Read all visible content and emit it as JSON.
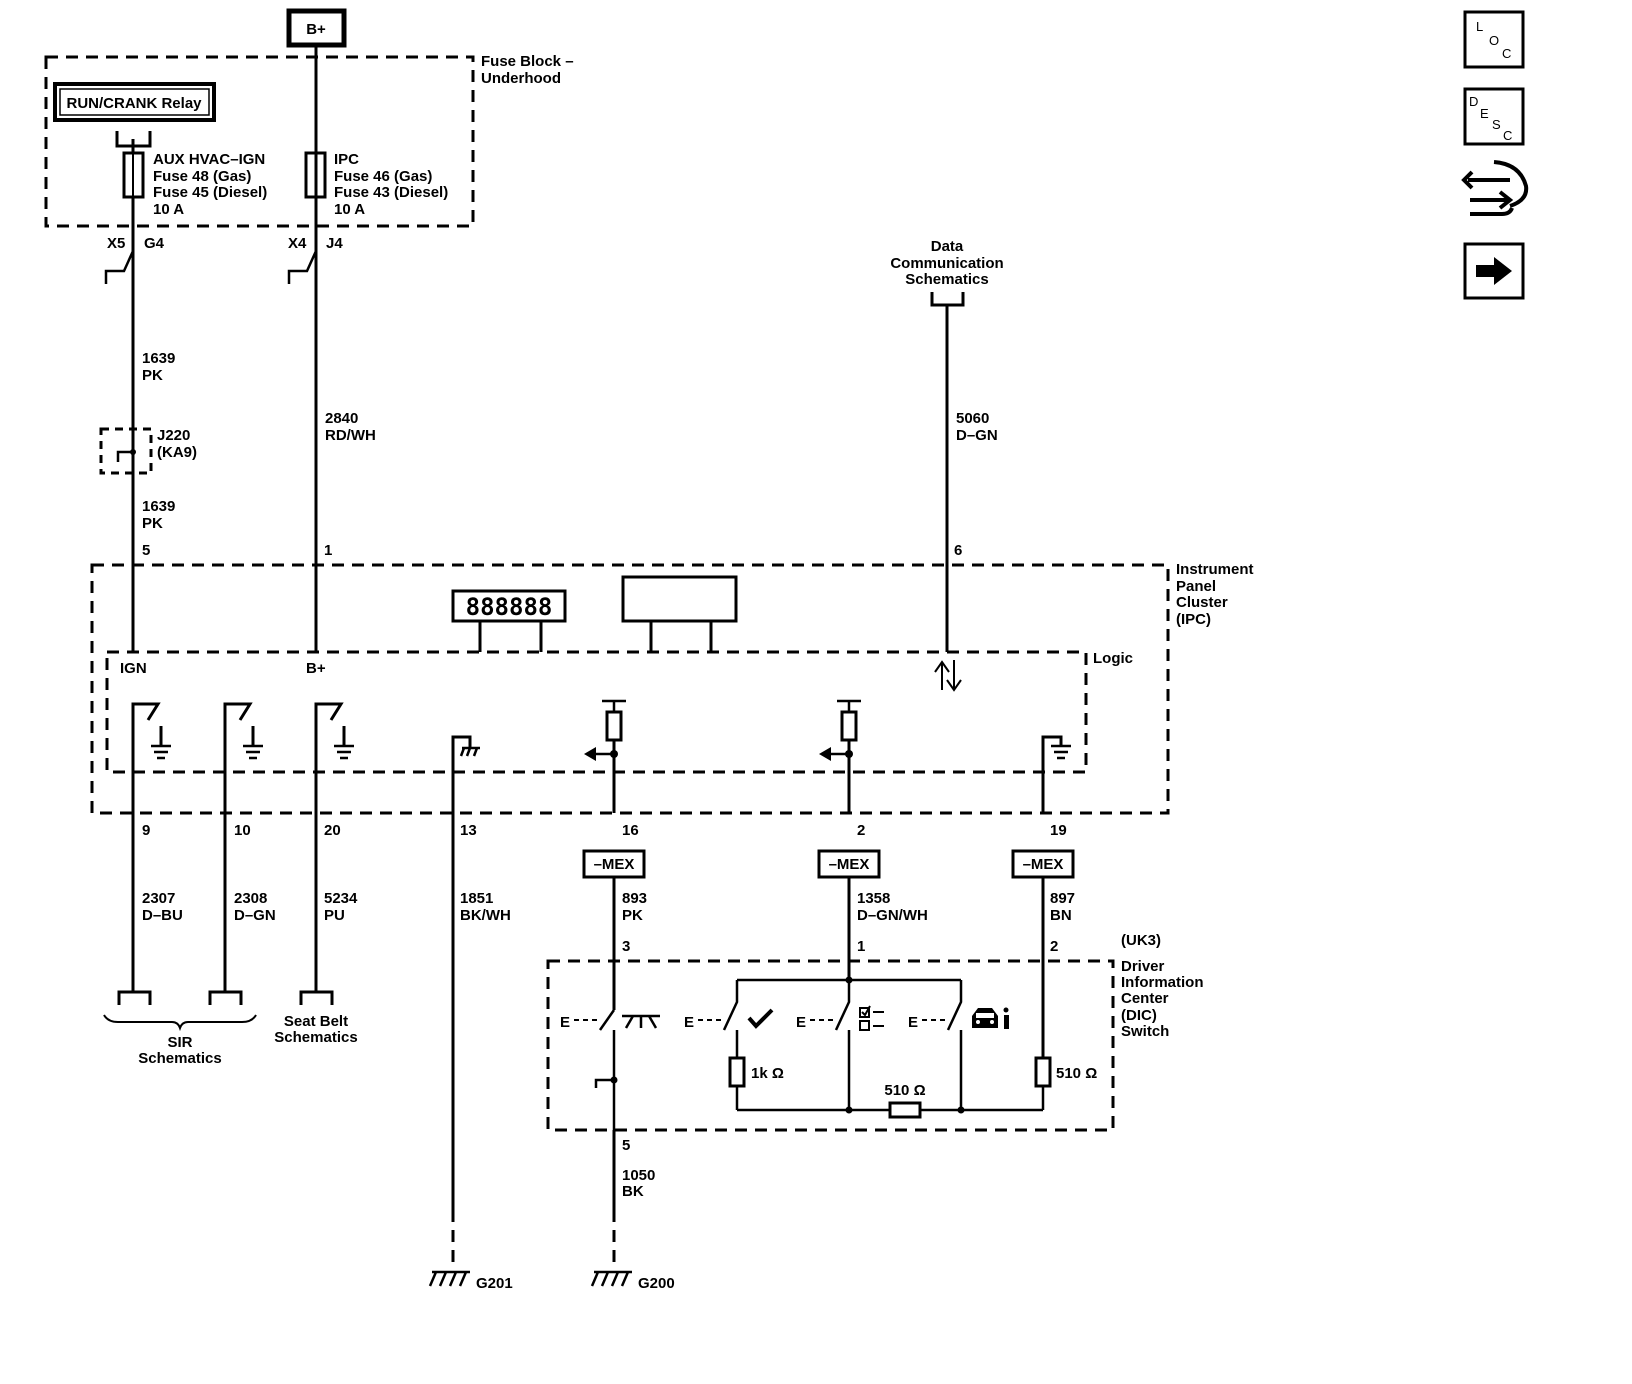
{
  "power": {
    "bplus_label": "B+"
  },
  "fuse_block": {
    "title_1": "Fuse Block –",
    "title_2": "Underhood",
    "relay": "RUN/CRANK Relay"
  },
  "fuse_aux": {
    "l1": "AUX HVAC–IGN",
    "l2": "Fuse 48 (Gas)",
    "l3": "Fuse 45 (Diesel)",
    "l4": "10 A"
  },
  "fuse_ipc": {
    "l1": "IPC",
    "l2": "Fuse 46 (Gas)",
    "l3": "Fuse 43 (Diesel)",
    "l4": "10 A"
  },
  "connectors": {
    "x5": "X5",
    "g4": "G4",
    "x4": "X4",
    "j4": "J4"
  },
  "splice": {
    "name": "J220",
    "option": "(KA9)"
  },
  "wires": {
    "w1639a_num": "1639",
    "w1639a_col": "PK",
    "w1639b_num": "1639",
    "w1639b_col": "PK",
    "w2840_num": "2840",
    "w2840_col": "RD/WH",
    "w5060_num": "5060",
    "w5060_col": "D–GN",
    "w2307_num": "2307",
    "w2307_col": "D–BU",
    "w2308_num": "2308",
    "w2308_col": "D–GN",
    "w5234_num": "5234",
    "w5234_col": "PU",
    "w1851_num": "1851",
    "w1851_col": "BK/WH",
    "w893_num": "893",
    "w893_col": "PK",
    "w1358_num": "1358",
    "w1358_col": "D–GN/WH",
    "w897_num": "897",
    "w897_col": "BN",
    "w1050_num": "1050",
    "w1050_col": "BK"
  },
  "data_comm": {
    "l1": "Data",
    "l2": "Communication",
    "l3": "Schematics"
  },
  "ipc": {
    "l1": "Instrument",
    "l2": "Panel",
    "l3": "Cluster",
    "l4": "(IPC)",
    "logic": "Logic",
    "ign": "IGN",
    "bplus": "B+",
    "display": "888888"
  },
  "pins": {
    "p5": "5",
    "p1": "1",
    "p6": "6",
    "p9": "9",
    "p10": "10",
    "p20": "20",
    "p13": "13",
    "p16": "16",
    "p2": "2",
    "p19": "19"
  },
  "mex": {
    "label": "–MEX"
  },
  "dic": {
    "option": "(UK3)",
    "l1": "Driver",
    "l2": "Information",
    "l3": "Center",
    "l4": "(DIC)",
    "l5": "Switch",
    "pin3": "3",
    "pin1": "1",
    "pin2": "2",
    "pin5": "5",
    "r1": "1k Ω",
    "r2": "510 Ω",
    "r3": "510 Ω",
    "sw_prefix": "E"
  },
  "refs": {
    "sir_1": "SIR",
    "sir_2": "Schematics",
    "seat_1": "Seat Belt",
    "seat_2": "Schematics"
  },
  "grounds": {
    "g201": "G201",
    "g200": "G200"
  },
  "nav": {
    "loc": [
      "L",
      "O",
      "C"
    ],
    "desc": [
      "D",
      "E",
      "S",
      "C"
    ],
    "icons": [
      "connector-end-view-icon",
      "next-arrow-icon"
    ]
  }
}
